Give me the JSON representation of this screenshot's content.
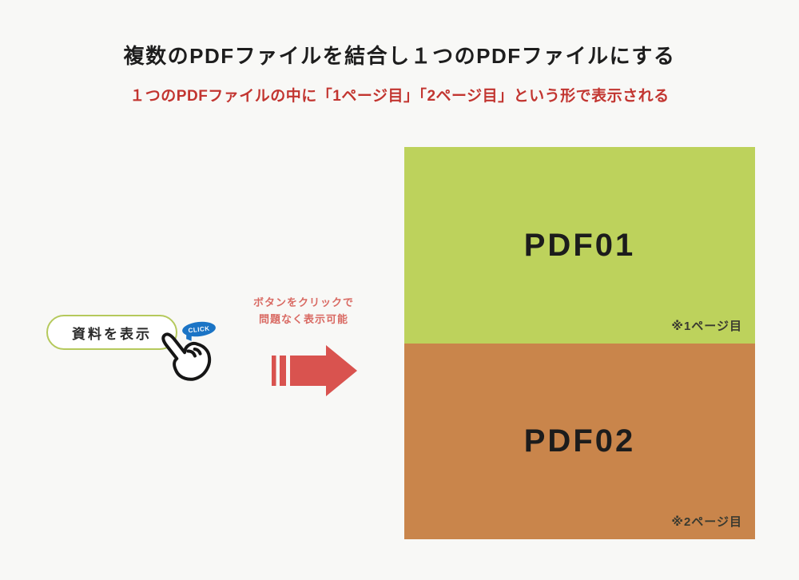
{
  "page": {
    "title": "複数のPDFファイルを結合し１つのPDFファイルにする",
    "subtitle": "１つのPDFファイルの中に「1ページ目」「2ページ目」という形で表示される"
  },
  "button": {
    "label": "資料を表示",
    "click_bubble_label": "CLICK"
  },
  "arrow_caption": {
    "line1": "ボタンをクリックで",
    "line2": "問題なく表示可能"
  },
  "merged_pdf": {
    "pages": [
      {
        "label": "PDF01",
        "note": "※1ページ目",
        "color": "#bdd25c"
      },
      {
        "label": "PDF02",
        "note": "※2ページ目",
        "color": "#c9854b"
      }
    ]
  },
  "icons": {
    "hand": "pointing-hand-icon",
    "arrow": "merge-arrow-icon"
  },
  "colors": {
    "background": "#f8f8f6",
    "title_text": "#1d1d1d",
    "subtitle_red": "#c23530",
    "caption_red": "#d96a63",
    "arrow_red": "#d9534f",
    "button_border_green": "#b5c95c",
    "click_bubble_blue": "#1b74c5",
    "page1_green": "#bdd25c",
    "page2_orange": "#c9854b"
  }
}
